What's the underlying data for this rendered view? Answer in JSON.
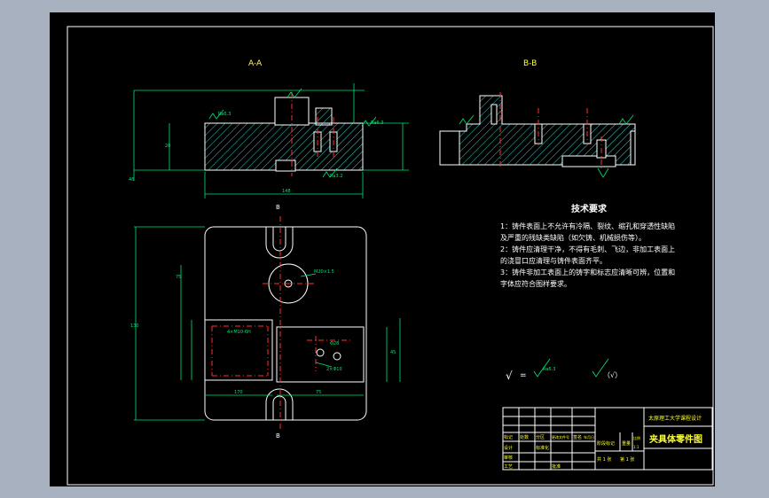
{
  "views": {
    "section_a": "A-A",
    "section_b": "B-B",
    "view_b_top": "B",
    "view_b_bottom": "B"
  },
  "dims": {
    "a_width": "148",
    "a_left_height": "46",
    "a_height": "20",
    "a_ra_1": "Ra6.3",
    "a_ra_2": "Ra6.3",
    "a_ra_3": "Ra3.2",
    "plan_width": "170",
    "plan_height": "130",
    "plan_small": "75",
    "plan_bottom": "75",
    "plan_right": "45",
    "hole_note_1": "4×M10-6H",
    "hole_note_2": "2×Φ10",
    "hole_note_3": "Φ28",
    "center_note": "M20×1.5"
  },
  "tech": {
    "title": "技术要求",
    "items": [
      "1：铸件表面上不允许有冷隔、裂纹、缩孔和穿透性缺陷及严重的残缺类缺陷（如欠铸、机械损伤等）。",
      "2：铸件应清理干净，不得有毛刺、飞边，非加工表面上的浇冒口应清理与铸件表面齐平。",
      "3：铸件非加工表面上的铸字和标志应清晰可辨，位置和字体应符合图样要求。"
    ]
  },
  "roughness": {
    "left_symbol": "√",
    "left_eq": "=",
    "left_value": "Ra6.3",
    "right_value": "（√）"
  },
  "titleblock": {
    "school": "太原理工大学课程设计",
    "drawing_name": "夹具体零件图",
    "row_labels": [
      "标记",
      "处数",
      "分区",
      "更改文件号",
      "签名",
      "年月日"
    ],
    "design": "设计",
    "std": "标准化",
    "stage_mark": "阶段标记",
    "weight": "重量",
    "scale": "比例",
    "scale_value": "1:1",
    "audit": "审核",
    "process": "工艺",
    "approve": "批准",
    "sheet_total": "共 1 张",
    "sheet_no": "第 1 张"
  }
}
